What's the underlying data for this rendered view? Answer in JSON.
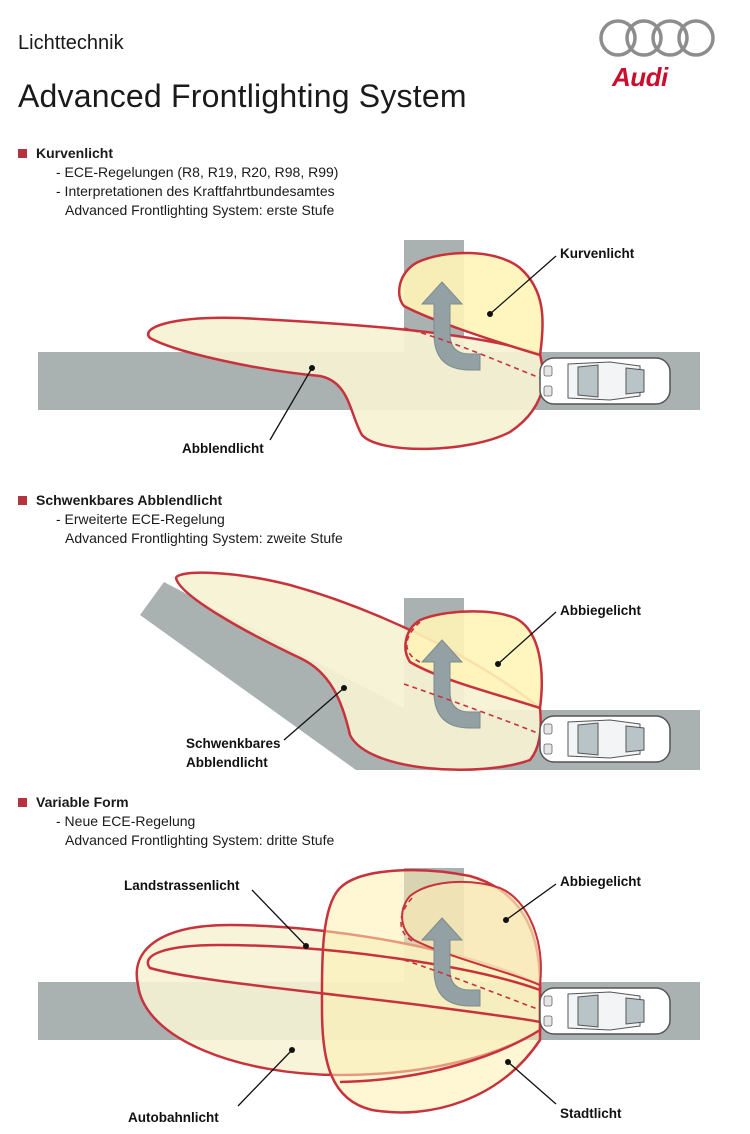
{
  "header": {
    "subtitle": "Lichttechnik",
    "title": "Advanced Frontlighting System",
    "brand": "Audi",
    "brand_color": "#c8102e"
  },
  "sections": [
    {
      "heading": "Kurvenlicht",
      "lines": [
        "- ECE-Regelungen (R8, R19, R20, R98, R99)",
        "- Interpretationen des Kraftfahrtbundesamtes"
      ],
      "stage": "Advanced Frontlighting System: erste Stufe"
    },
    {
      "heading": "Schwenkbares Abblendlicht",
      "lines": [
        "- Erweiterte ECE-Regelung"
      ],
      "stage": "Advanced Frontlighting System: zweite Stufe"
    },
    {
      "heading": "Variable Form",
      "lines": [
        "- Neue ECE-Regelung"
      ],
      "stage": "Advanced Frontlighting System: dritte Stufe"
    }
  ],
  "diagrams": {
    "d1": {
      "kurvenlicht": "Kurvenlicht",
      "abblendlicht": "Abblendlicht"
    },
    "d2": {
      "abbiegelicht": "Abbiegelicht",
      "schwenkbares_1": "Schwenkbares",
      "schwenkbares_2": "Abblendlicht"
    },
    "d3": {
      "landstrassenlicht": "Landstrassenlicht",
      "abbiegelicht": "Abbiegelicht",
      "autobahnlicht": "Autobahnlicht",
      "stadtlicht": "Stadtlicht"
    }
  },
  "colors": {
    "road": "#a9b1b1",
    "beam_fill": "#fff4b8",
    "beam_pale": "#f6f2d4",
    "beam_outline": "#c7323c",
    "arrow": "#93a1a4"
  }
}
